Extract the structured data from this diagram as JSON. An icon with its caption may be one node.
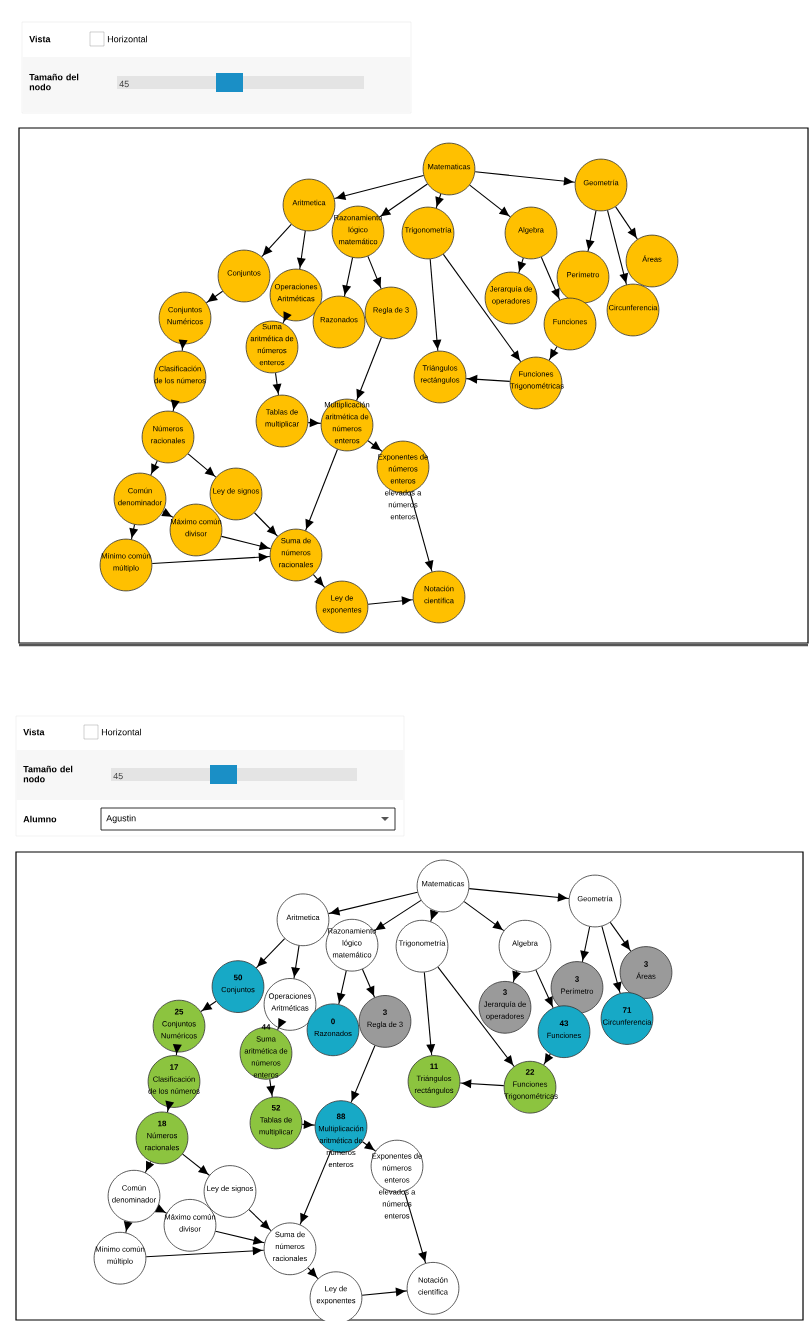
{
  "diagram": {
    "nodes": [
      {
        "text": [
          "Matematicas"
        ]
      },
      {
        "text": [
          "Geometría"
        ]
      },
      {
        "text": [
          "Aritmetica"
        ]
      },
      {
        "text": [
          "Razonamiento lógico matemático"
        ]
      },
      {
        "text": [
          "Trigonometría"
        ]
      },
      {
        "text": [
          "Algebra"
        ]
      },
      {
        "text": [
          "Áreas"
        ]
      },
      {
        "text": [
          "Perímetro"
        ]
      },
      {
        "text": [
          "Circunferencia"
        ]
      },
      {
        "text": [
          "Conjuntos"
        ]
      },
      {
        "text": [
          "Operaciones Aritméticas"
        ]
      },
      {
        "text": [
          "Razonados"
        ]
      },
      {
        "text": [
          "Regla de 3"
        ]
      },
      {
        "text": [
          "Jerarquía de operadores"
        ]
      },
      {
        "text": [
          "Funciones"
        ]
      },
      {
        "text": [
          "Conjuntos Numéricos"
        ]
      },
      {
        "text": [
          "Clasificación de los números"
        ]
      },
      {
        "text": [
          "Suma aritmética de números enteros"
        ]
      },
      {
        "text": [
          "Triángulos rectángulos"
        ]
      },
      {
        "text": [
          "Funciones Trigonométricas"
        ]
      },
      {
        "text": [
          "Tablas de multiplicar"
        ]
      },
      {
        "text": [
          "Multiplicación aritmética de números enteros"
        ]
      },
      {
        "text": [
          "Números racionales"
        ]
      },
      {
        "text": [
          "Exponentes de números enteros elevados a números enteros"
        ]
      },
      {
        "text": [
          "Común denominador"
        ]
      },
      {
        "text": [
          "Ley de signos"
        ]
      },
      {
        "text": [
          "Máximo común divisor"
        ]
      },
      {
        "text": [
          "Mínimo común múltiplo"
        ]
      },
      {
        "text": [
          "Suma de números racionales"
        ]
      },
      {
        "text": [
          "Ley de exponentes"
        ]
      },
      {
        "text": [
          "Notación científica"
        ]
      },
      {
        "text": [
          "Matematicas"
        ]
      },
      {
        "text": [
          "Geometría"
        ]
      },
      {
        "text": [
          "Aritmetica"
        ]
      },
      {
        "text": [
          "Razonamiento lógico matemático"
        ]
      },
      {
        "text": [
          "Trigonometría"
        ]
      },
      {
        "text": [
          "Algebra"
        ]
      },
      {
        "text": [
          "3",
          "Áreas"
        ]
      },
      {
        "text": [
          "3",
          "Perímetro"
        ]
      },
      {
        "text": [
          "71",
          "Circunferencia"
        ]
      },
      {
        "text": [
          "50",
          "Conjuntos"
        ]
      },
      {
        "text": [
          "Operaciones Aritméticas"
        ]
      },
      {
        "text": [
          "0",
          "Razonados"
        ]
      },
      {
        "text": [
          "3",
          "Regla de 3"
        ]
      },
      {
        "text": [
          "3",
          "Jerarquía de operadores"
        ]
      },
      {
        "text": [
          "43",
          "Funciones"
        ]
      },
      {
        "text": [
          "25",
          "Conjuntos Numéricos"
        ]
      },
      {
        "text": [
          "17",
          "Clasificación de los números"
        ]
      },
      {
        "text": [
          "44",
          "Suma aritmética de números enteros"
        ]
      },
      {
        "text": [
          "11",
          "Triángulos rectángulos"
        ]
      },
      {
        "text": [
          "22",
          "Funciones Trigonométricas"
        ]
      },
      {
        "text": [
          "52",
          "Tablas de multiplicar"
        ]
      },
      {
        "text": [
          "88",
          "Multiplicación aritmética de números enteros"
        ]
      },
      {
        "text": [
          "18",
          "Números racionales"
        ]
      },
      {
        "text": [
          "Exponentes de números enteros elevados a números enteros"
        ]
      },
      {
        "text": [
          "Común denominador"
        ]
      },
      {
        "text": [
          "Ley de signos"
        ]
      },
      {
        "text": [
          "Máximo común divisor"
        ]
      },
      {
        "text": [
          "Mínimo común múltiplo"
        ]
      },
      {
        "text": [
          "Suma de números racionales"
        ]
      },
      {
        "text": [
          "Ley de exponentes"
        ]
      },
      {
        "text": [
          "Notación científica"
        ]
      }
    ],
    "edges": [
      {
        "from": 0,
        "to": 2,
        "arrow": "to"
      },
      {
        "from": 0,
        "to": 3,
        "arrow": "to"
      },
      {
        "from": 0,
        "to": 4,
        "arrow": "to"
      },
      {
        "from": 0,
        "to": 5,
        "arrow": "to"
      },
      {
        "from": 0,
        "to": 1,
        "arrow": "to"
      },
      {
        "from": 1,
        "to": 7,
        "arrow": "to"
      },
      {
        "from": 1,
        "to": 8,
        "arrow": "to"
      },
      {
        "from": 1,
        "to": 6,
        "arrow": "to"
      },
      {
        "from": 2,
        "to": 9,
        "arrow": "to"
      },
      {
        "from": 2,
        "to": 10,
        "arrow": "to"
      },
      {
        "from": 3,
        "to": 11,
        "arrow": "to"
      },
      {
        "from": 3,
        "to": 12,
        "arrow": "to"
      },
      {
        "from": 4,
        "to": 18,
        "arrow": "to"
      },
      {
        "from": 4,
        "to": 19,
        "arrow": "to"
      },
      {
        "from": 5,
        "to": 13,
        "arrow": "to"
      },
      {
        "from": 5,
        "to": 14,
        "arrow": "to"
      },
      {
        "from": 14,
        "to": 19,
        "arrow": "to"
      },
      {
        "from": 19,
        "to": 18,
        "arrow": "to"
      },
      {
        "from": 9,
        "to": 15,
        "arrow": "to"
      },
      {
        "from": 15,
        "to": 16,
        "arrow": "to"
      },
      {
        "from": 16,
        "to": 22,
        "arrow": "to"
      },
      {
        "from": 10,
        "to": 17,
        "arrow": "to"
      },
      {
        "from": 17,
        "to": 20,
        "arrow": "to"
      },
      {
        "from": 20,
        "to": 21,
        "arrow": "to"
      },
      {
        "from": 12,
        "to": 21,
        "arrow": "to"
      },
      {
        "from": 21,
        "to": 23,
        "arrow": "to"
      },
      {
        "from": 21,
        "to": 28,
        "arrow": "to"
      },
      {
        "from": 22,
        "to": 24,
        "arrow": "to"
      },
      {
        "from": 22,
        "to": 25,
        "arrow": "to"
      },
      {
        "from": 24,
        "to": 27,
        "arrow": "to"
      },
      {
        "from": 24,
        "to": 26,
        "arrow": "to"
      },
      {
        "from": 26,
        "to": 28,
        "arrow": "to"
      },
      {
        "from": 27,
        "to": 28,
        "arrow": "to"
      },
      {
        "from": 25,
        "to": 28,
        "arrow": "to"
      },
      {
        "from": 28,
        "to": 29,
        "arrow": "to"
      },
      {
        "from": 29,
        "to": 30,
        "arrow": "to"
      },
      {
        "from": 23,
        "to": 30,
        "arrow": "to"
      },
      {
        "from": 31,
        "to": 33,
        "arrow": "to"
      },
      {
        "from": 31,
        "to": 34,
        "arrow": "to"
      },
      {
        "from": 31,
        "to": 35,
        "arrow": "to"
      },
      {
        "from": 31,
        "to": 36,
        "arrow": "to"
      },
      {
        "from": 31,
        "to": 32,
        "arrow": "to"
      },
      {
        "from": 32,
        "to": 38,
        "arrow": "to"
      },
      {
        "from": 32,
        "to": 39,
        "arrow": "to"
      },
      {
        "from": 32,
        "to": 37,
        "arrow": "to"
      },
      {
        "from": 33,
        "to": 40,
        "arrow": "to"
      },
      {
        "from": 33,
        "to": 41,
        "arrow": "to"
      },
      {
        "from": 34,
        "to": 42,
        "arrow": "to"
      },
      {
        "from": 34,
        "to": 43,
        "arrow": "to"
      },
      {
        "from": 35,
        "to": 49,
        "arrow": "to"
      },
      {
        "from": 35,
        "to": 50,
        "arrow": "to"
      },
      {
        "from": 36,
        "to": 44,
        "arrow": "to"
      },
      {
        "from": 36,
        "to": 45,
        "arrow": "to"
      },
      {
        "from": 45,
        "to": 50,
        "arrow": "to"
      },
      {
        "from": 50,
        "to": 49,
        "arrow": "to"
      },
      {
        "from": 40,
        "to": 46,
        "arrow": "to"
      },
      {
        "from": 46,
        "to": 47,
        "arrow": "to"
      },
      {
        "from": 47,
        "to": 53,
        "arrow": "to"
      },
      {
        "from": 41,
        "to": 48,
        "arrow": "to"
      },
      {
        "from": 48,
        "to": 51,
        "arrow": "to"
      },
      {
        "from": 51,
        "to": 52,
        "arrow": "to"
      },
      {
        "from": 43,
        "to": 52,
        "arrow": "to"
      },
      {
        "from": 52,
        "to": 54,
        "arrow": "to"
      },
      {
        "from": 52,
        "to": 59,
        "arrow": "to"
      },
      {
        "from": 53,
        "to": 55,
        "arrow": "to"
      },
      {
        "from": 53,
        "to": 56,
        "arrow": "to"
      },
      {
        "from": 55,
        "to": 58,
        "arrow": "to"
      },
      {
        "from": 55,
        "to": 57,
        "arrow": "to"
      },
      {
        "from": 57,
        "to": 59,
        "arrow": "to"
      },
      {
        "from": 58,
        "to": 59,
        "arrow": "to"
      },
      {
        "from": 56,
        "to": 59,
        "arrow": "to"
      },
      {
        "from": 59,
        "to": 60,
        "arrow": "to"
      },
      {
        "from": 60,
        "to": 61,
        "arrow": "to"
      },
      {
        "from": 54,
        "to": 61,
        "arrow": "to"
      }
    ],
    "labels": [
      "Vista",
      "Horizontal",
      "Tamaño del nodo",
      "45",
      "Vista",
      "Horizontal",
      "Tamaño del nodo",
      "45",
      "Alumno",
      "Agustin"
    ]
  }
}
